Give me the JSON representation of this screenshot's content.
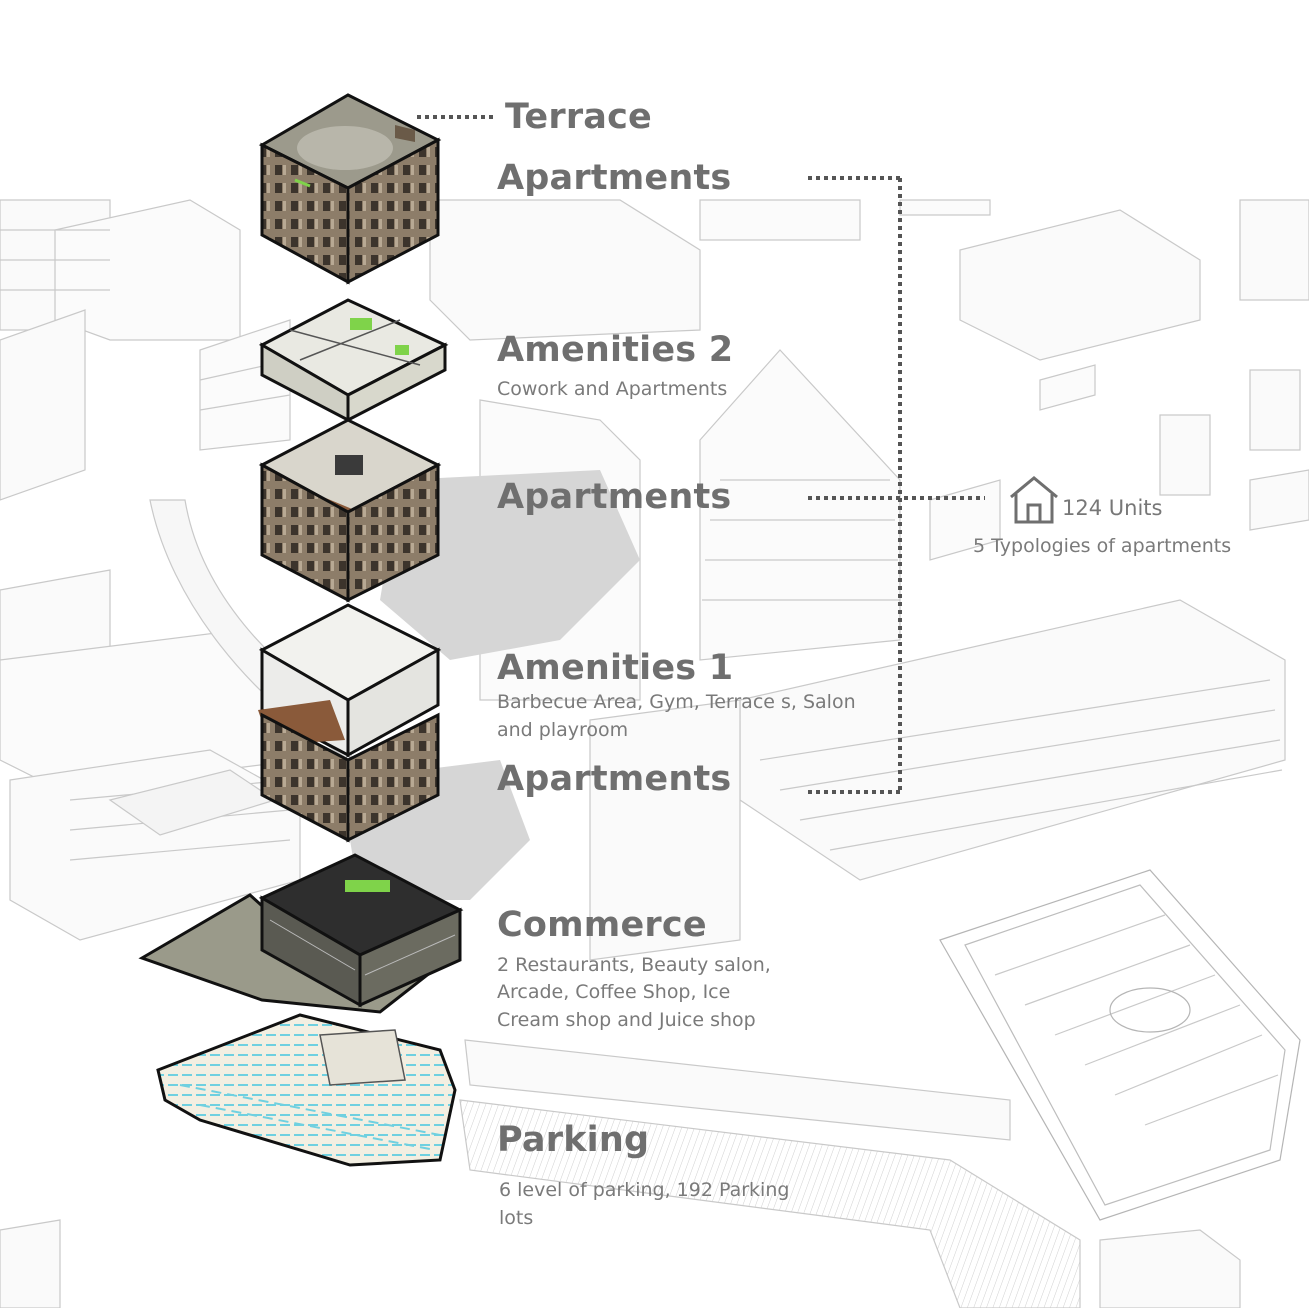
{
  "levels": {
    "terrace": {
      "title": "Terrace"
    },
    "apartments_top": {
      "title": "Apartments"
    },
    "amenities_2": {
      "title": "Amenities 2",
      "desc": "Cowork and Apartments"
    },
    "apartments_mid": {
      "title": "Apartments"
    },
    "amenities_1": {
      "title": "Amenities 1",
      "desc_line1": "Barbecue Area, Gym, Terrace s, Salon",
      "desc_line2": "and playroom"
    },
    "apartments_low": {
      "title": "Apartments"
    },
    "commerce": {
      "title": "Commerce",
      "desc_line1": "2 Restaurants, Beauty salon,",
      "desc_line2": "Arcade, Coffee Shop, Ice",
      "desc_line3": "Cream shop and Juice shop"
    },
    "parking": {
      "title": "Parking",
      "desc_line1": "6 level of parking, 192 Parking",
      "desc_line2": "lots"
    }
  },
  "units_info": {
    "icon": "house-icon",
    "units": "124 Units",
    "typologies": "5 Typologies of apartments"
  },
  "colors": {
    "label_text": "#6f6f6f",
    "leader_dots": "#555555",
    "context_lines": "#c9c9c9",
    "facade": "#8a7a68",
    "roof": "#9c9a8c",
    "accent_green": "#7fd34a",
    "parking_cyan": "#6fd0e0",
    "shadow": "#d6d6d6"
  }
}
